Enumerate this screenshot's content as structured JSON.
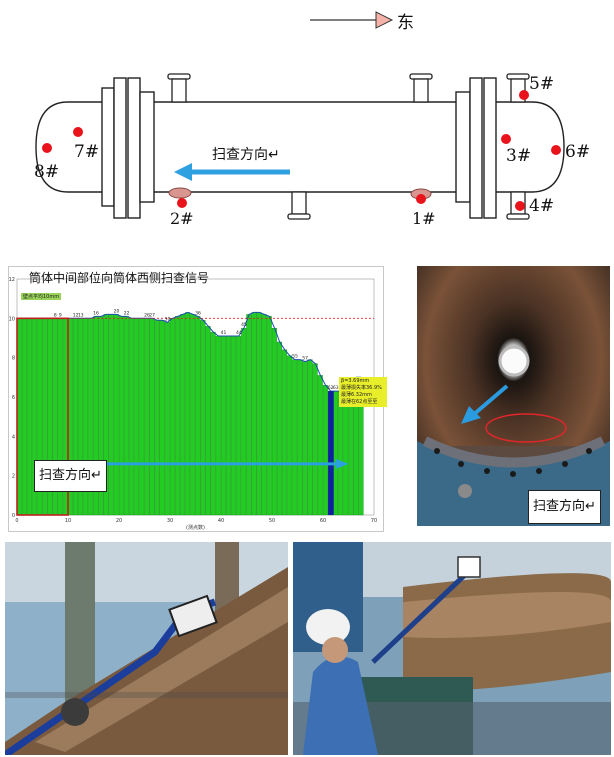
{
  "top_diagram": {
    "direction_label": "东",
    "scan_label": "扫查方向↵",
    "points": [
      {
        "id": "p1",
        "label": "1#"
      },
      {
        "id": "p2",
        "label": "2#"
      },
      {
        "id": "p3",
        "label": "3#"
      },
      {
        "id": "p4",
        "label": "4#"
      },
      {
        "id": "p5",
        "label": "5#"
      },
      {
        "id": "p6",
        "label": "6#"
      },
      {
        "id": "p7",
        "label": "7#"
      },
      {
        "id": "p8",
        "label": "8#"
      }
    ]
  },
  "chart_panel": {
    "title": "筒体中间部位向筒体西侧扫查信号",
    "scan_label": "扫查方向↵",
    "xlabel": "(测点数)",
    "legend_top": "壁点平均10mm",
    "annotation_lines": [
      "β=3.69mm",
      "最薄损失率36.9%",
      "最薄6.32mm",
      "最薄在62点至至"
    ]
  },
  "chart_data": {
    "type": "bar",
    "title": "筒体中间部位向筒体西侧扫查信号",
    "xlabel": "(测点数)",
    "ylabel": "",
    "xlim": [
      0,
      70
    ],
    "ylim": [
      0,
      12
    ],
    "x_ticks": [
      "0",
      "10",
      "20",
      "30",
      "40",
      "50",
      "60",
      "70"
    ],
    "y_ticks": [
      "0",
      "2",
      "4",
      "6",
      "8",
      "10",
      "12"
    ],
    "reference_line": 10,
    "point_labels": [
      "8",
      "9",
      "12",
      "13",
      "16",
      "20",
      "22",
      "26",
      "27",
      "30",
      "36",
      "41",
      "44",
      "45",
      "55",
      "57",
      "62",
      "63"
    ],
    "x": [
      1,
      2,
      3,
      4,
      5,
      6,
      7,
      8,
      9,
      10,
      11,
      12,
      13,
      14,
      15,
      16,
      17,
      18,
      19,
      20,
      21,
      22,
      23,
      24,
      25,
      26,
      27,
      28,
      29,
      30,
      31,
      32,
      33,
      34,
      35,
      36,
      37,
      38,
      39,
      40,
      41,
      42,
      43,
      44,
      45,
      46,
      47,
      48,
      49,
      50,
      51,
      52,
      53,
      54,
      55,
      56,
      57,
      58,
      59,
      60,
      61,
      62,
      63,
      64,
      65,
      66,
      67,
      68
    ],
    "values": [
      10,
      10,
      10,
      10,
      10,
      10,
      10,
      10,
      10,
      10,
      10,
      10,
      10,
      10,
      10,
      10.1,
      10.1,
      10.2,
      10.2,
      10.2,
      10.1,
      10.1,
      10,
      10,
      10,
      10,
      10,
      9.9,
      9.9,
      9.8,
      10,
      10.1,
      10.2,
      10.3,
      10.2,
      10.1,
      9.9,
      9.6,
      9.3,
      9.1,
      9.1,
      9.1,
      9.1,
      9.1,
      9.5,
      10.2,
      10.3,
      10.3,
      10.2,
      10.1,
      9.5,
      8.8,
      8.4,
      8.1,
      7.9,
      7.9,
      7.8,
      7.9,
      7.7,
      7.1,
      6.6,
      6.3,
      6.3,
      6.3,
      6.4,
      6.9,
      7.0,
      7.0
    ],
    "highlight_x": 62
  },
  "photo_panel": {
    "scan_label": "扫查方向↵"
  }
}
